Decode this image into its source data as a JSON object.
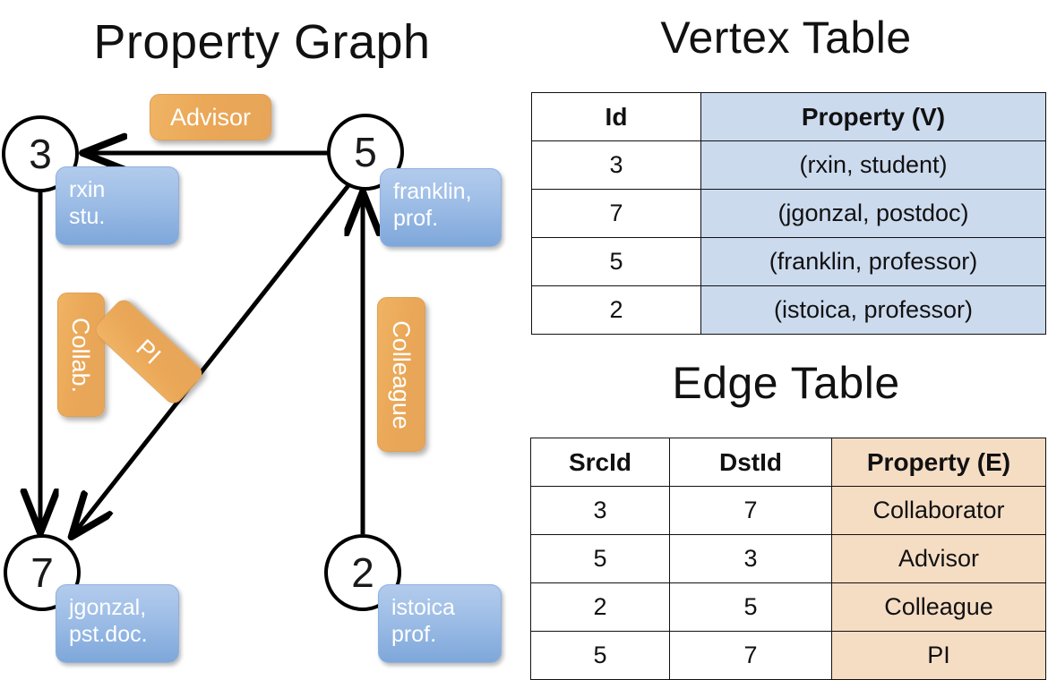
{
  "titles": {
    "property_graph": "Property Graph",
    "vertex_table": "Vertex Table",
    "edge_table": "Edge Table"
  },
  "graph": {
    "nodes": [
      {
        "id": "3",
        "property": "rxin\nstu."
      },
      {
        "id": "5",
        "property": "franklin,\nprof."
      },
      {
        "id": "7",
        "property": "jgonzal,\npst.doc."
      },
      {
        "id": "2",
        "property": "istoica\nprof."
      }
    ],
    "node_labels": {
      "n3": "3",
      "n5": "5",
      "n7": "7",
      "n2": "2"
    },
    "property_labels": {
      "p3_line1": "rxin",
      "p3_line2": "stu.",
      "p5_line1": "franklin,",
      "p5_line2": "prof.",
      "p7_line1": "jgonzal,",
      "p7_line2": "pst.doc.",
      "p2_line1": "istoica",
      "p2_line2": "prof."
    },
    "edge_labels": {
      "advisor": "Advisor",
      "collab": "Collab.",
      "pi": "PI",
      "colleague": "Colleague"
    },
    "edges": [
      {
        "from": "5",
        "to": "3",
        "label": "Advisor"
      },
      {
        "from": "3",
        "to": "7",
        "label": "Collab."
      },
      {
        "from": "5",
        "to": "7",
        "label": "PI"
      },
      {
        "from": "2",
        "to": "5",
        "label": "Colleague"
      }
    ]
  },
  "vertex_table": {
    "headers": [
      "Id",
      "Property (V)"
    ],
    "rows": [
      [
        "3",
        "(rxin, student)"
      ],
      [
        "7",
        "(jgonzal, postdoc)"
      ],
      [
        "5",
        "(franklin, professor)"
      ],
      [
        "2",
        "(istoica, professor)"
      ]
    ]
  },
  "edge_table": {
    "headers": [
      "SrcId",
      "DstId",
      "Property (E)"
    ],
    "rows": [
      [
        "3",
        "7",
        "Collaborator"
      ],
      [
        "5",
        "3",
        "Advisor"
      ],
      [
        "2",
        "5",
        "Colleague"
      ],
      [
        "5",
        "7",
        "PI"
      ]
    ]
  },
  "colors": {
    "vertex_property_fill": "#ccdaee",
    "edge_property_fill": "#f5ddc4",
    "node_box_blue": "#9dbde6",
    "edge_box_orange": "#e9a757",
    "stroke": "#000000"
  }
}
